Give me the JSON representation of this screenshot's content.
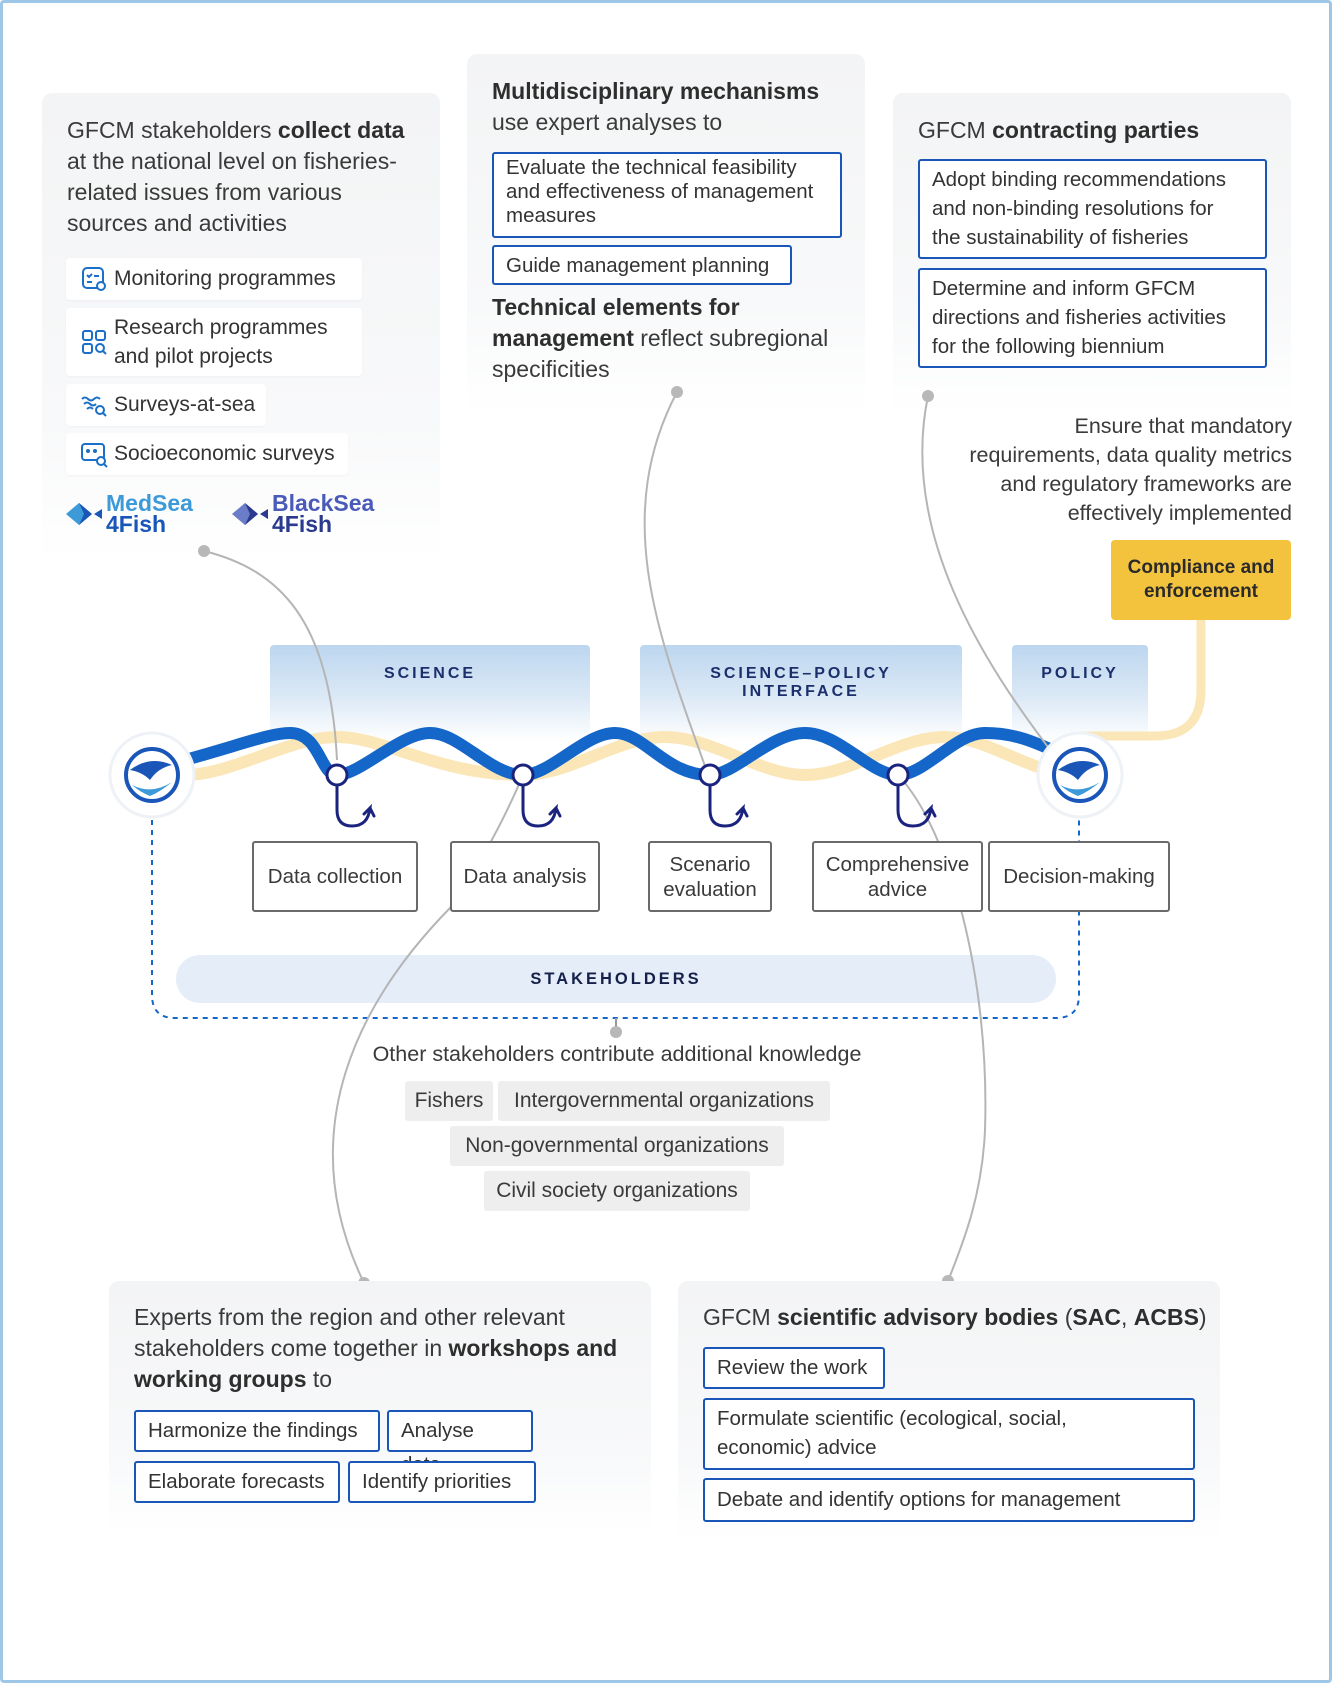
{
  "colors": {
    "accent_blue": "#1a56b8",
    "wave_blue": "#1566c9",
    "wave_gold": "#fbe6b8",
    "navy": "#1a2f6b",
    "compliance_yellow": "#f4c33e",
    "panel_grey": "#f3f4f5"
  },
  "top_left": {
    "pre": "GFCM stakeholders ",
    "bold": "collect data",
    "line2": "at the national level on fisheries-",
    "line3": "related issues from various",
    "line4": "sources and activities",
    "items": [
      {
        "icon": "checklist-icon",
        "label": "Monitoring programmes"
      },
      {
        "icon": "grid-search-icon",
        "label_1": "Research programmes",
        "label_2": "and pilot projects"
      },
      {
        "icon": "waves-search-icon",
        "label": "Surveys-at-sea"
      },
      {
        "icon": "people-search-icon",
        "label": "Socioeconomic surveys"
      }
    ],
    "logos": [
      {
        "top": "MedSea",
        "bottom": "4Fish",
        "color": "#3d9ad9"
      },
      {
        "top": "BlackSea",
        "bottom": "4Fish",
        "color": "#4a5ab8"
      }
    ]
  },
  "top_center": {
    "title": "Multidisciplinary mechanisms",
    "subtitle": "use expert analyses to",
    "boxes": [
      {
        "line1": "Evaluate the technical feasibility",
        "line2": "and effectiveness of management",
        "line3": "measures"
      },
      {
        "line1": "Guide management planning"
      }
    ],
    "tech_bold_1": "Technical elements for",
    "tech_bold_2": "management",
    "tech_rest_2": " reflect subregional",
    "tech_line3": "specificities"
  },
  "top_right": {
    "pre": "GFCM ",
    "bold": "contracting parties",
    "boxes": [
      {
        "line1": "Adopt binding recommendations",
        "line2": "and non-binding resolutions for",
        "line3": "the sustainability of fisheries"
      },
      {
        "line1": "Determine and inform GFCM",
        "line2": "directions and fisheries activities",
        "line3": "for the following biennium"
      }
    ]
  },
  "ensure": {
    "line1": "Ensure that mandatory",
    "line2": "requirements, data quality metrics",
    "line3": "and regulatory frameworks are",
    "line4": "effectively implemented"
  },
  "compliance": {
    "line1": "Compliance and",
    "line2": "enforcement"
  },
  "banners": {
    "science": "SCIENCE",
    "interface_1": "SCIENCE–POLICY",
    "interface_2": "INTERFACE",
    "policy": "POLICY"
  },
  "stages": [
    {
      "line1": "Data collection"
    },
    {
      "line1": "Data analysis"
    },
    {
      "line1": "Scenario",
      "line2": "evaluation"
    },
    {
      "line1": "Comprehensive",
      "line2": "advice"
    },
    {
      "line1": "Decision-making"
    }
  ],
  "stakeholders_label": "STAKEHOLDERS",
  "other": {
    "text": "Other stakeholders contribute additional knowledge",
    "tags": [
      "Fishers",
      "Intergovernmental organizations",
      "Non-governmental organizations",
      "Civil society organizations"
    ]
  },
  "bottom_left": {
    "line1": "Experts from the region and other relevant",
    "line2_pre": "stakeholders come together in ",
    "line2_bold": "workshops and",
    "line3_bold": "working groups",
    "line3_post": " to",
    "boxes": [
      "Harmonize the findings",
      "Analyse data",
      "Elaborate forecasts",
      "Identify priorities"
    ]
  },
  "bottom_right": {
    "pre": "GFCM ",
    "bold": "scientific advisory bodies",
    "paren_open": " (",
    "sac": "SAC",
    "comma": ", ",
    "acbs": "ACBS",
    "paren_close": ")",
    "boxes": [
      {
        "line1": "Review the work"
      },
      {
        "line1": "Formulate scientific (ecological, social,",
        "line2": "economic) advice"
      },
      {
        "line1": "Debate and identify options for management"
      }
    ]
  }
}
